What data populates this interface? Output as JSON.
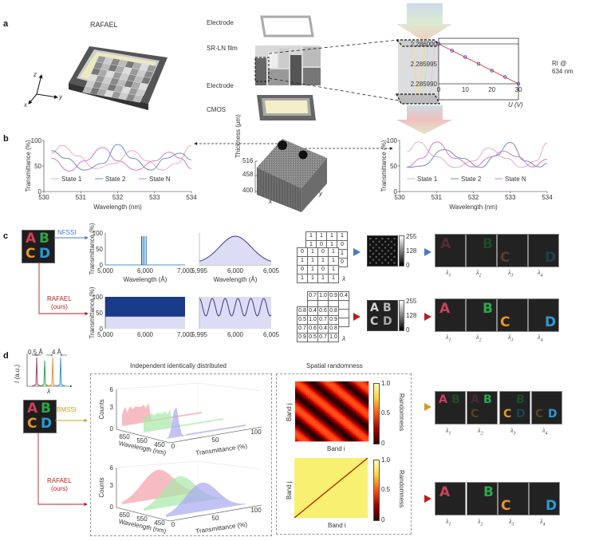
{
  "panels": {
    "a": {
      "letter": "a",
      "device_title": "RAFAEL",
      "axes": {
        "z": "z",
        "y": "y",
        "x": "x"
      },
      "layers": [
        "Electrode",
        "SR-LN film",
        "Electrode",
        "CMOS"
      ],
      "inset": {
        "right_label_1": "RI @",
        "right_label_2": "634 nm",
        "xlabel": "U (V)"
      }
    },
    "b": {
      "letter": "b",
      "thickness_label": "Thickness (μm)",
      "thickness_ticks": [
        "516",
        "458",
        "400"
      ],
      "x_label": "x",
      "y_label": "y"
    },
    "c": {
      "letter": "c",
      "nfssi_label": "NFSSI",
      "rafael_label_1": "RAFAEL",
      "rafael_label_2": "(ours)",
      "binary_mask_front": [
        [
          "0",
          "1",
          "0",
          "1"
        ],
        [
          "1",
          "1",
          "1",
          "1"
        ],
        [
          "0",
          "1",
          "0",
          "1"
        ],
        [
          "1",
          "1",
          "1",
          "1"
        ]
      ],
      "binary_mask_back_top": [
        "1",
        "1",
        "1",
        "1"
      ],
      "binary_mask_back_second": [
        "1",
        "0",
        "1",
        "0"
      ],
      "random_mask_front": [
        [
          "0.8",
          "0.4",
          "0.6",
          "0.8"
        ],
        [
          "0.5",
          "1.0",
          "0.7",
          "0.9"
        ],
        [
          "0.7",
          "0.6",
          "0.4",
          "0.8"
        ],
        [
          "0.9",
          "0.5",
          "0.7",
          "1.0"
        ]
      ],
      "random_mask_back_top": [
        "0.7",
        "1.0",
        "0.9",
        "0.4"
      ],
      "lambda_symbol": "λ",
      "colorbar_ticks": [
        "255",
        "128",
        "0"
      ],
      "wavelength_labels": [
        "λ1",
        "λ2",
        "λ3",
        "λ4"
      ]
    },
    "d": {
      "letter": "d",
      "spectrum_ylabel": "I (a.u.)",
      "spectrum_xlabel": "λ",
      "spacing_1": "0.5 Å",
      "spacing_2": "4 Å",
      "bmssi_label": "BMSSI",
      "rafael_label_1": "RAFAEL",
      "rafael_label_2": "(ours)",
      "iid_title": "Independent identically distributed",
      "spatial_title": "Spatial randomness",
      "counts_label": "Counts",
      "counts_ticks": [
        "6",
        "3",
        "0"
      ],
      "wl_ticks": [
        "650",
        "550",
        "450"
      ],
      "wl_axis": "Wavelength (nm)",
      "tr_ticks": [
        "0",
        "50",
        "100"
      ],
      "tr_axis": "Transmittance (%)",
      "band_j": "Band j",
      "band_i": "Band i",
      "randomness_label": "Randomness",
      "rand_ticks": [
        "1.0",
        "0.5",
        "0"
      ],
      "wavelength_labels": [
        "λ1",
        "λ2",
        "λ3",
        "λ4"
      ]
    }
  },
  "letters": {
    "A": "A",
    "B": "B",
    "C": "C",
    "D": "D"
  },
  "colors": {
    "A": "#d0405a",
    "B": "#2aa84a",
    "C": "#e8962a",
    "D": "#2a9ad8",
    "nfssi": "#4a78c8",
    "rafael": "#b82020",
    "bmssi": "#c8a020"
  },
  "chart_data": [
    {
      "type": "line",
      "title": "Panel a inset: refractive index vs voltage",
      "xlabel": "U (V)",
      "ylabel": "RI @ 634 nm",
      "x": [
        0,
        5,
        10,
        15,
        20,
        25,
        30
      ],
      "y": [
        2.286,
        2.2859983,
        2.2859967,
        2.285995,
        2.2859933,
        2.2859917,
        2.28599
      ],
      "xlim": [
        0,
        30
      ],
      "ylim": [
        2.28599,
        2.286
      ],
      "xticks": [
        "0",
        "10",
        "20",
        "30"
      ],
      "yticks": [
        "2.286000",
        "2.285995",
        "2.285990"
      ]
    },
    {
      "type": "line",
      "title": "Panel b left: transmittance spectra",
      "xlabel": "Wavelength (nm)",
      "ylabel": "Transmittance (%)",
      "xlim": [
        530,
        534
      ],
      "ylim": [
        0,
        100
      ],
      "xticks": [
        "530",
        "531",
        "532",
        "533",
        "534"
      ],
      "yticks": [
        "0",
        "50",
        "100"
      ],
      "legend": [
        "State 1",
        "State 2",
        "State N"
      ],
      "legend_position": "bottom-center",
      "series": [
        {
          "name": "State 1",
          "color": "#f0a8c0",
          "x": [
            530.2,
            530.5,
            530.9,
            531.4,
            531.9,
            532.4,
            532.8,
            533.2,
            533.6,
            534.0
          ],
          "y": [
            75,
            90,
            70,
            45,
            55,
            80,
            60,
            42,
            55,
            90
          ]
        },
        {
          "name": "State 2",
          "color": "#6a90c8",
          "x": [
            530.2,
            530.6,
            531.1,
            531.6,
            532.0,
            532.4,
            532.9,
            533.3,
            533.7,
            534.0
          ],
          "y": [
            80,
            65,
            42,
            55,
            92,
            65,
            42,
            65,
            75,
            62
          ]
        },
        {
          "name": "State N",
          "color": "#d878d0",
          "x": [
            530.2,
            530.7,
            531.1,
            531.6,
            532.0,
            532.5,
            533.0,
            533.4,
            533.7,
            534.0
          ],
          "y": [
            65,
            40,
            60,
            86,
            60,
            42,
            60,
            77,
            65,
            45
          ]
        }
      ]
    },
    {
      "type": "line",
      "title": "Panel b right: transmittance spectra",
      "xlabel": "Wavelength (nm)",
      "ylabel": "Transmittance (%)",
      "xlim": [
        530,
        534
      ],
      "ylim": [
        0,
        100
      ],
      "xticks": [
        "530",
        "531",
        "532",
        "533",
        "534"
      ],
      "yticks": [
        "0",
        "50",
        "100"
      ],
      "legend": [
        "State 1",
        "State 2",
        "State N"
      ],
      "legend_position": "bottom-center",
      "series": [
        {
          "name": "State 1",
          "color": "#f0a8c0",
          "x": [
            530.2,
            530.5,
            531.0,
            531.5,
            532.0,
            532.4,
            532.9,
            533.3,
            533.7,
            534.0
          ],
          "y": [
            78,
            97,
            68,
            47,
            60,
            85,
            65,
            47,
            60,
            95
          ]
        },
        {
          "name": "State 2",
          "color": "#6a90c8",
          "x": [
            530.2,
            530.6,
            531.2,
            531.7,
            532.2,
            532.6,
            533.0,
            533.4,
            533.8,
            534.0
          ],
          "y": [
            47,
            50,
            82,
            65,
            47,
            70,
            96,
            60,
            48,
            55
          ]
        },
        {
          "name": "State N",
          "color": "#d878d0",
          "x": [
            530.2,
            530.6,
            531.0,
            531.5,
            532.0,
            532.5,
            532.8,
            533.2,
            533.6,
            534.0
          ],
          "y": [
            48,
            65,
            97,
            65,
            48,
            68,
            79,
            68,
            48,
            63
          ]
        }
      ]
    },
    {
      "type": "line",
      "title": "Panel c NFSSI: transmittance (broad range)",
      "xlabel": "Wavelength (Å)",
      "ylabel": "Transmittance (%)",
      "xlim": [
        5000,
        7000
      ],
      "ylim": [
        0,
        100
      ],
      "xticks": [
        "5,000",
        "6,000",
        "7,000"
      ],
      "yticks": [
        "0",
        "50",
        "100"
      ],
      "series": [
        {
          "name": "narrow peaks",
          "peaks_x": [
            5910,
            5940,
            5970,
            6000,
            6030
          ],
          "peak_y": 90
        }
      ]
    },
    {
      "type": "area",
      "title": "Panel c NFSSI: transmittance (zoomed)",
      "xlabel": "Wavelength (Å)",
      "xlim": [
        5995,
        6005
      ],
      "xticks": [
        "5,995",
        "6,000",
        "6,005"
      ],
      "series": [
        {
          "name": "single peak",
          "center": 6000,
          "peak_y": 90,
          "edge_y": 5
        }
      ]
    },
    {
      "type": "area",
      "title": "Panel c RAFAEL: transmittance (broad range)",
      "xlabel": "Wavelength (Å)",
      "ylabel": "Transmittance (%)",
      "xlim": [
        5000,
        7000
      ],
      "ylim": [
        0,
        100
      ],
      "xticks": [
        "5,000",
        "6,000",
        "7,000"
      ],
      "yticks": [
        "0",
        "50",
        "100"
      ],
      "series": [
        {
          "name": "dense oscillation",
          "min_y": 38,
          "max_y": 100
        }
      ]
    },
    {
      "type": "line",
      "title": "Panel c RAFAEL: transmittance (zoomed)",
      "xlabel": "Wavelength (Å)",
      "xlim": [
        5995,
        6005
      ],
      "xticks": [
        "5,995",
        "6,000",
        "6,005"
      ],
      "series": [
        {
          "name": "sinusoid",
          "periods": 6,
          "min_y": 40,
          "max_y": 95
        }
      ]
    },
    {
      "type": "heatmap",
      "title": "Spatial randomness (BMSSI)",
      "xlabel": "Band i",
      "ylabel": "Band j",
      "colorbar_label": "Randomness",
      "range": [
        0,
        1
      ],
      "pattern": "diagonal stripes"
    },
    {
      "type": "heatmap",
      "title": "Spatial randomness (RAFAEL)",
      "xlabel": "Band i",
      "ylabel": "Band j",
      "colorbar_label": "Randomness",
      "range": [
        0,
        1
      ],
      "pattern": "uniform ~1 with zero diagonal"
    }
  ]
}
